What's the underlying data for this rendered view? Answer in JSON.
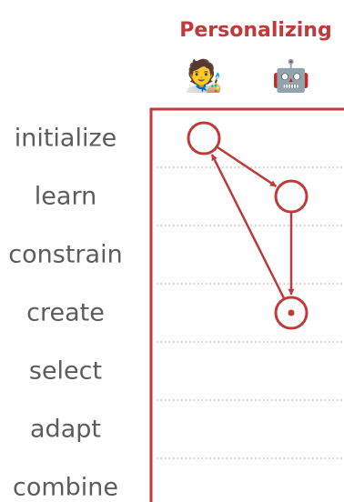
{
  "header": {
    "title": "Personalizing",
    "accent": "#c0393b"
  },
  "actors": [
    {
      "name": "artist",
      "icon": "artist-emoji-icon",
      "glyph": "🧑‍🎨"
    },
    {
      "name": "robot",
      "icon": "robot-emoji-icon",
      "glyph": "🤖"
    }
  ],
  "stages": [
    "initialize",
    "learn",
    "constrain",
    "create",
    "select",
    "adapt",
    "combine"
  ],
  "nodes": [
    {
      "stage": "initialize",
      "actor": "artist",
      "kind": "open"
    },
    {
      "stage": "learn",
      "actor": "robot",
      "kind": "open"
    },
    {
      "stage": "create",
      "actor": "robot",
      "kind": "dot"
    }
  ],
  "edges": [
    {
      "from": "initialize",
      "to": "learn"
    },
    {
      "from": "learn",
      "to": "create"
    },
    {
      "from": "create",
      "to": "initialize"
    }
  ],
  "colors": {
    "accent": "#c0393b",
    "label_gray": "#5c5c5c",
    "dotted_line": "#bdbdbd"
  }
}
